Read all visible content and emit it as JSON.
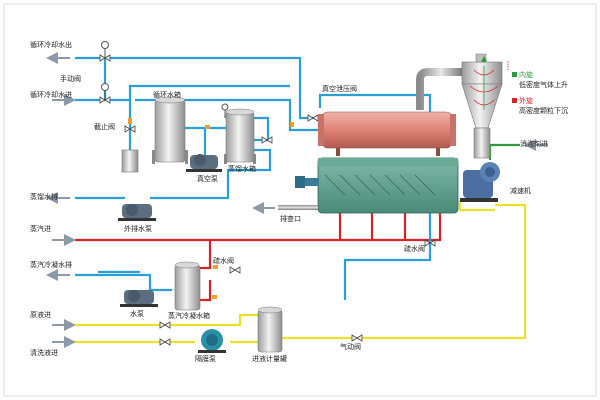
{
  "labels": {
    "cooling_water_out": "循环冷却水出",
    "manual_valve": "手动阀",
    "cooling_water_in": "循环冷却水进",
    "cutoff_valve": "截止阀",
    "circulating_tank": "循环水箱",
    "vacuum_pump": "真空泵",
    "distilled_water_tank": "蒸馏水箱",
    "vacuum_release_valve": "真空泄压阀",
    "water_discharge": "蒸馏水排",
    "drain_pump": "外排水泵",
    "steam_in": "蒸汽进",
    "slag_outlet": "排查口",
    "condensate_discharge": "蒸汽冷凝水排",
    "drain_valve_1": "疏水阀",
    "condensate_tank": "蒸汽冷凝水箱",
    "water_pump": "水泵",
    "drain_valve_2": "疏水阀",
    "raw_liquid_in": "原液进",
    "cleaning_liquid_in": "清洗液进",
    "diaphragm_pump": "隔膜泵",
    "feed_metering_tank": "进液计量罐",
    "pneumatic_valve": "气动阀",
    "defoamer_in": "消泡剂进",
    "reducer": "减速机"
  },
  "legend": {
    "inner_title": "内旋",
    "inner_desc": "低密度气体上升",
    "outer_title": "外旋",
    "outer_desc": "高密度颗粒下沉"
  },
  "colors": {
    "cooling_water": "#2a9fd6",
    "steam": "#d6232a",
    "feed": "#ece22a",
    "defoamer": "#2d9a3c",
    "condenser": "#dd8376",
    "vessel": "#5a9e8c",
    "tank": "#c9c9c9",
    "arrow_grey": "#8c9aa8"
  }
}
